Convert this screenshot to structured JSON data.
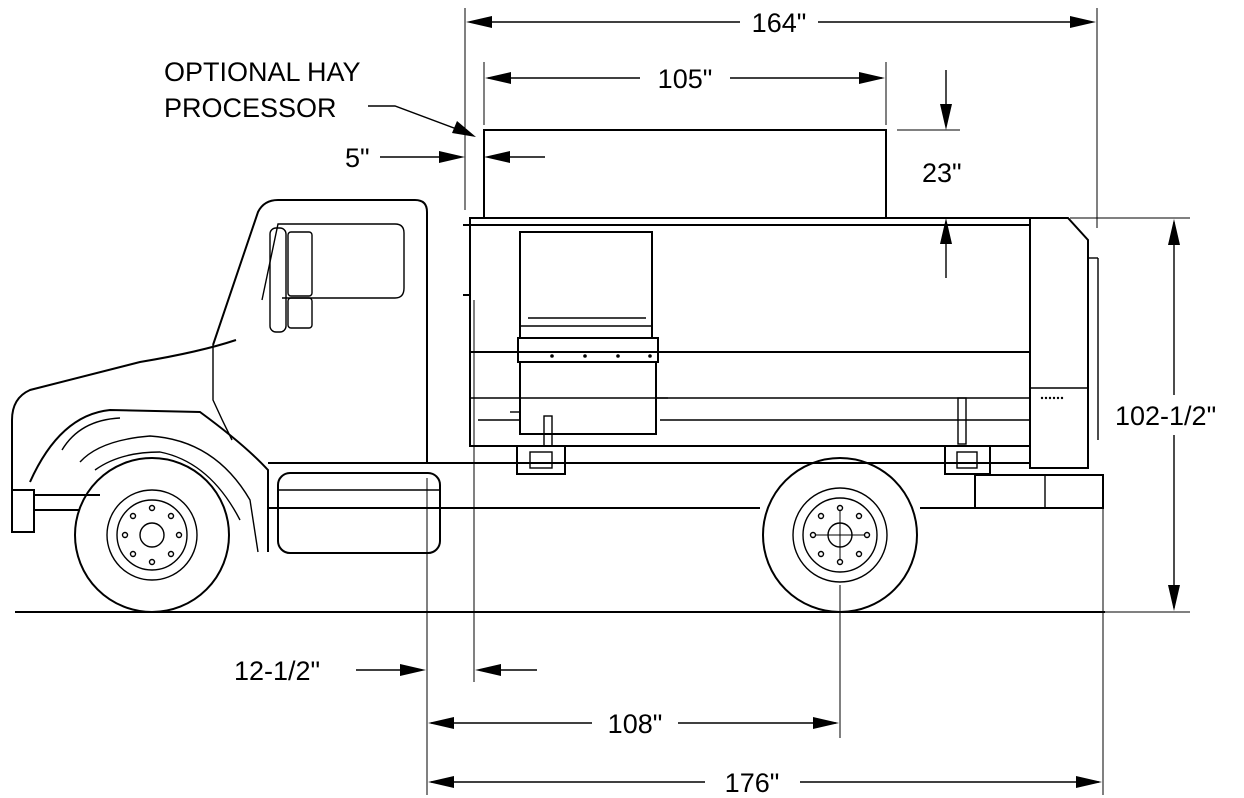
{
  "callout": {
    "line1": "OPTIONAL HAY",
    "line2": "PROCESSOR"
  },
  "dimensions": {
    "overall_mixer_length": "164\"",
    "hay_processor_length": "105\"",
    "processor_offset": "5\"",
    "processor_height": "23\"",
    "overall_height": "102-1/2\"",
    "cab_to_mixer": "12-1/2\"",
    "cab_to_axle": "108\"",
    "overall_length": "176\""
  }
}
